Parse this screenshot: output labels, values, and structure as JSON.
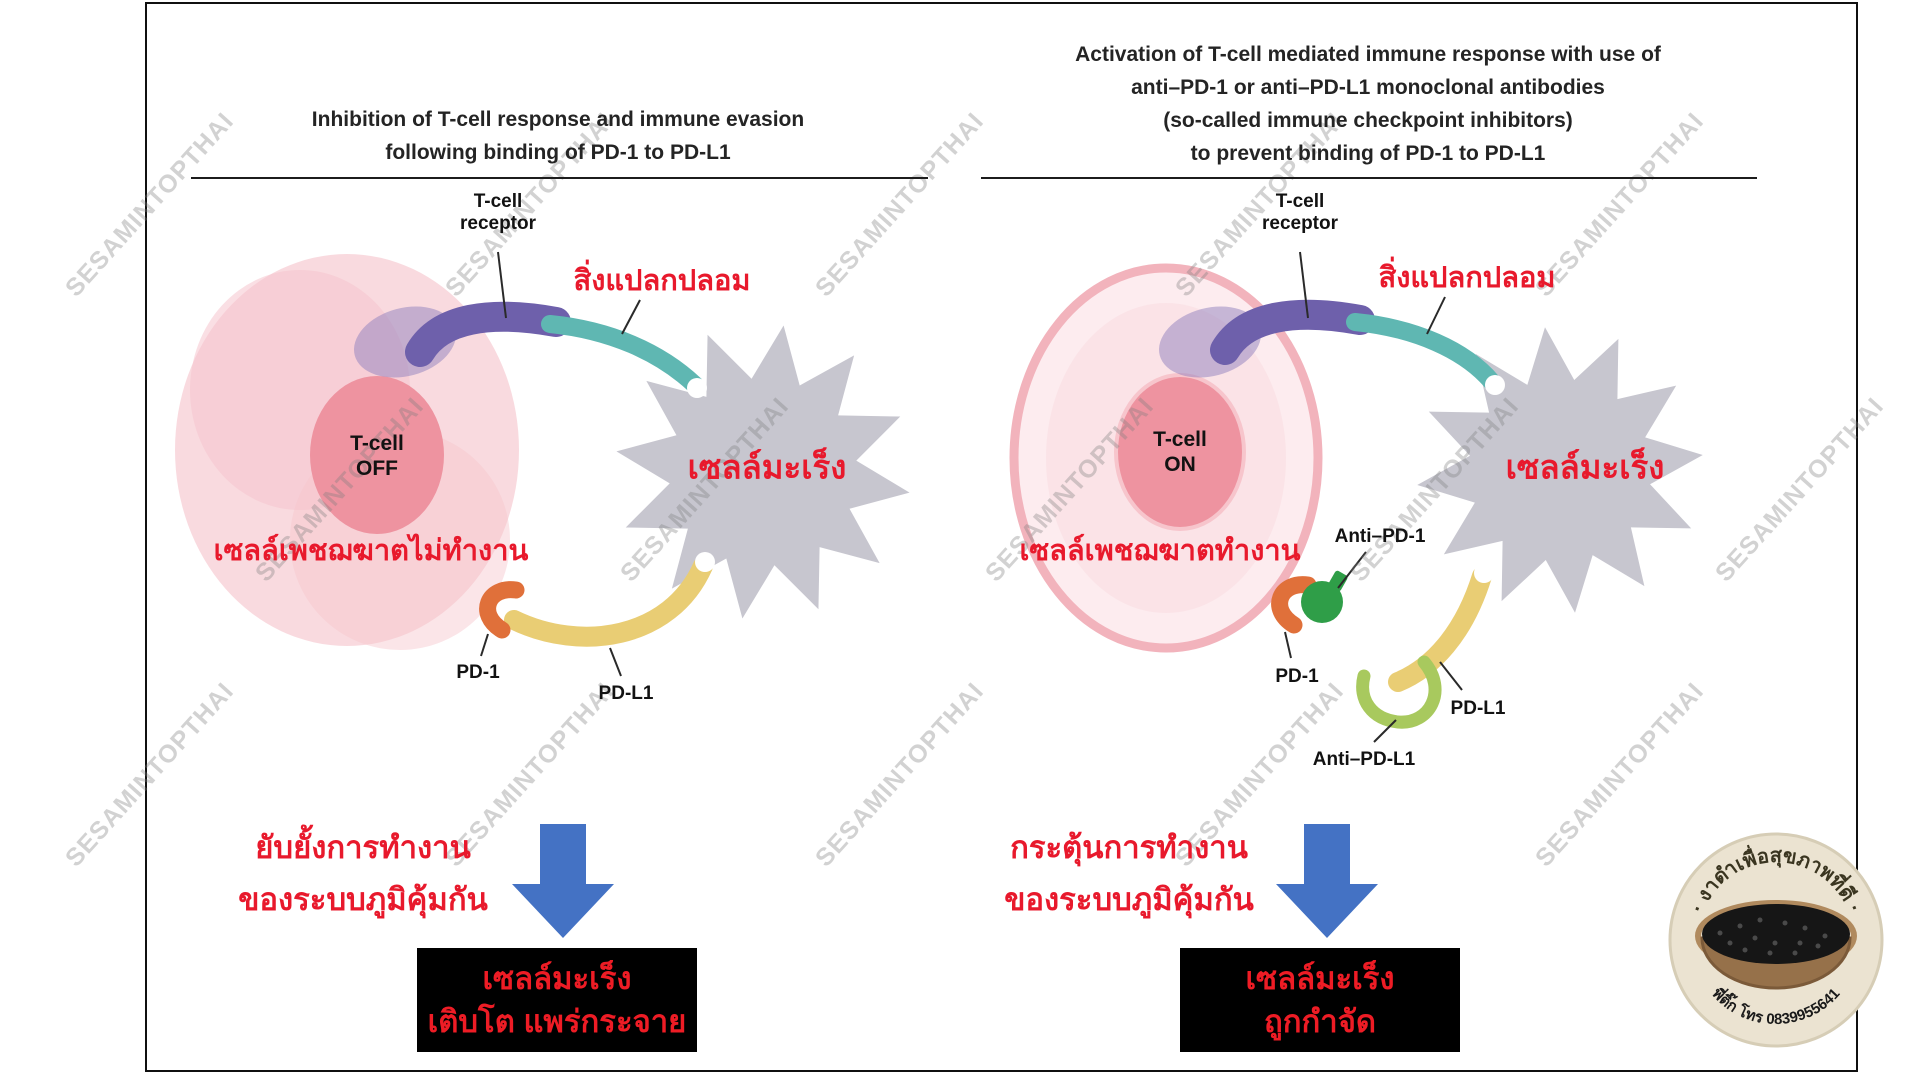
{
  "watermark": {
    "text": "SESAMINTOPTHAI"
  },
  "left_panel": {
    "title_lines": [
      "Inhibition of T-cell response and immune evasion",
      "following binding of PD-1 to PD-L1"
    ],
    "labels": {
      "t_cell_receptor": [
        "T-cell",
        "receptor"
      ],
      "foreign_body": "สิ่งแปลกปลอม",
      "t_cell_state": [
        "T-cell",
        "OFF"
      ],
      "killer_cell": "เซลล์เพชฌฆาตไม่ทำงาน",
      "cancer_cell": "เซลล์มะเร็ง",
      "pd1": "PD-1",
      "pdl1": "PD-L1"
    },
    "outcome_lines": [
      "ยับยั้งการทำงาน",
      "ของระบบภูมิคุ้มกัน"
    ],
    "result_lines": [
      "เซลล์มะเร็ง",
      "เติบโต แพร่กระจาย"
    ]
  },
  "right_panel": {
    "title_lines": [
      "Activation of T-cell mediated immune response with use of",
      "anti–PD-1 or anti–PD-L1 monoclonal antibodies",
      "(so-called immune checkpoint inhibitors)",
      "to prevent binding of PD-1 to PD-L1"
    ],
    "labels": {
      "t_cell_receptor": [
        "T-cell",
        "receptor"
      ],
      "foreign_body": "สิ่งแปลกปลอม",
      "t_cell_state": [
        "T-cell",
        "ON"
      ],
      "killer_cell": "เซลล์เพชฌฆาตทำงาน",
      "cancer_cell": "เซลล์มะเร็ง",
      "pd1": "PD-1",
      "pdl1": "PD-L1",
      "anti_pd1": "Anti–PD-1",
      "anti_pdl1": "Anti–PD-L1"
    },
    "outcome_lines": [
      "กระตุ้นการทำงาน",
      "ของระบบภูมิคุ้มกัน"
    ],
    "result_lines": [
      "เซลล์มะเร็ง",
      "ถูกกำจัด"
    ]
  },
  "logo": {
    "arc_top_text": "· งาดำเพื่อสุขภาพที่ดี ·",
    "arc_bottom_text": "พี่ติ๊ก โทร 0839955641"
  },
  "colors": {
    "red_text": "#e8192c",
    "result_red": "#ee1c25",
    "blue_arrow": "#4472c4",
    "t_cell_fill": "#f8d3d9",
    "t_cell_inner": "#ee93a0",
    "cancer_fill": "#c7c6cf",
    "receptor_purple": "#6e60ab",
    "antigen_teal": "#5fb7b2",
    "pd1_orange": "#e0703a",
    "pdl1_yellow": "#e9cd74",
    "anti_pd1_green": "#2f9e48",
    "anti_pdl1_green": "#a8c95e"
  }
}
